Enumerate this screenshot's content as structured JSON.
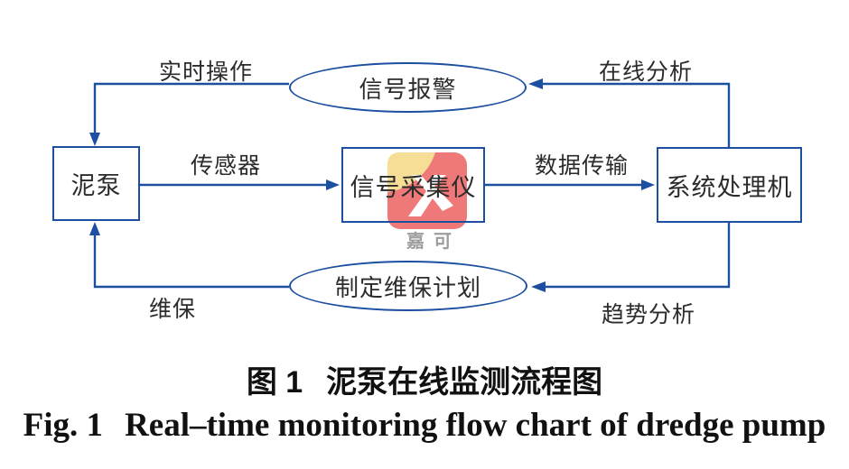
{
  "diagram": {
    "nodes": {
      "pump": {
        "label": "泥泵"
      },
      "collector": {
        "label": "信号采集仪"
      },
      "processor": {
        "label": "系统处理机"
      },
      "alarm": {
        "label": "信号报警"
      },
      "plan": {
        "label": "制定维保计划"
      }
    },
    "edges": {
      "realtime_operation": {
        "label": "实时操作",
        "from": "alarm",
        "to": "pump"
      },
      "online_analysis": {
        "label": "在线分析",
        "from": "processor",
        "to": "alarm"
      },
      "sensor": {
        "label": "传感器",
        "from": "pump",
        "to": "collector"
      },
      "data_transmission": {
        "label": "数据传输",
        "from": "collector",
        "to": "processor"
      },
      "maintenance": {
        "label": "维保",
        "from": "plan",
        "to": "pump"
      },
      "trend_analysis": {
        "label": "趋势分析",
        "from": "processor",
        "to": "plan"
      }
    },
    "colors": {
      "line": "#1d4fa1",
      "text": "#2b2b2b"
    }
  },
  "watermark": {
    "text": "嘉可",
    "logo_red": "#ee6d6e",
    "logo_yellow": "#f6dc8e",
    "logo_glyph": "stylized-white-x"
  },
  "captions": {
    "zh": {
      "label": "图 1",
      "text": "泥泵在线监测流程图"
    },
    "en": {
      "label": "Fig. 1",
      "text": "Real–time monitoring flow chart of dredge pump"
    }
  }
}
